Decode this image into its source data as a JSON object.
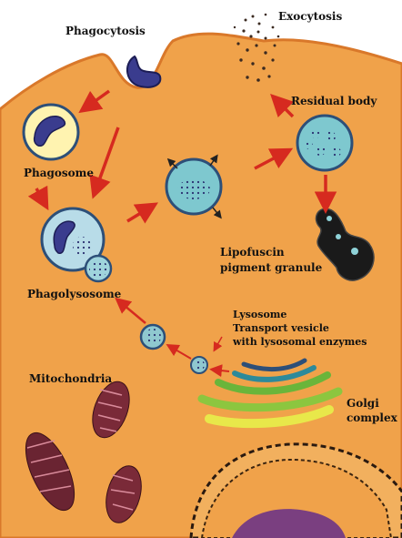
{
  "labels": {
    "phagocytosis": "Phagocytosis",
    "exocytosis": "Exocytosis",
    "residual_body": "Residual body",
    "phagosome": "Phagosome",
    "lipofuscin_line1": "Lipofuscin",
    "lipofuscin_line2": "pigment granule",
    "phagolysosome": "Phagolysosome",
    "lysosome": "Lysosome",
    "transport_line1": "Transport vesicle",
    "transport_line2": "with lysosomal enzymes",
    "mitochondria": "Mitochondria",
    "golgi_line1": "Golgi",
    "golgi_line2": "complex"
  },
  "colors": {
    "cytoplasm": "#f0a24a",
    "membrane": "#e1842c",
    "arrow": "#d62a1f",
    "vesicle": "#9fd4dc",
    "vesicle_edge": "#2d4f78",
    "phagosome_fill": "#fff3b0",
    "particle": "#3a3c8e",
    "lipofuscin": "#222222",
    "mitochondria": "#7a2a38",
    "golgi_green": "#8cc63f",
    "golgi_yellow": "#e8e84a",
    "golgi_teal": "#2d8a9a",
    "nucleus": "#7a3f80"
  }
}
